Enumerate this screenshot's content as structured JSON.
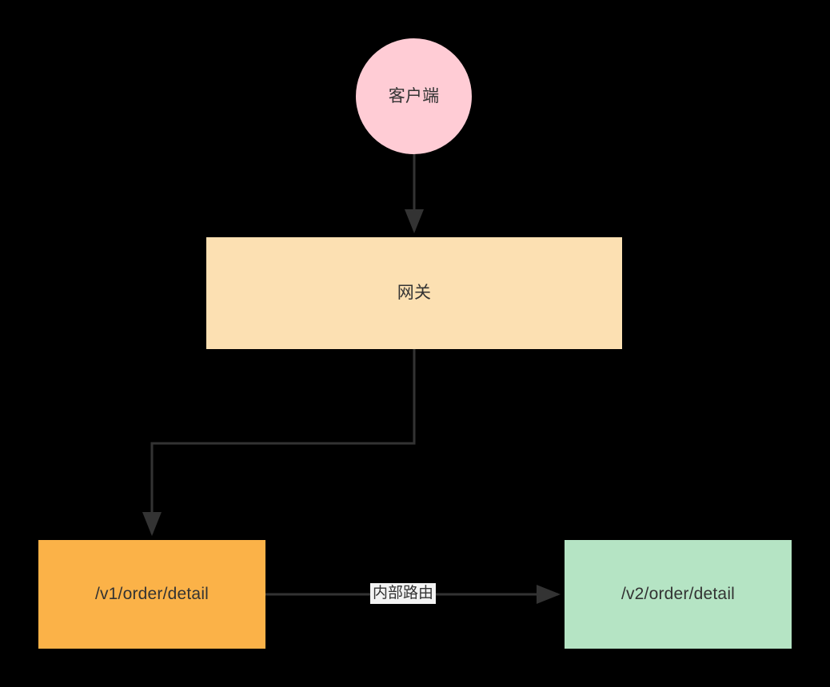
{
  "diagram": {
    "type": "flowchart",
    "direction": "top-down",
    "background_color": "#000000",
    "edge_color": "#333333",
    "text_color": "#333333",
    "nodes": [
      {
        "id": "client",
        "label": "客户端",
        "shape": "circle",
        "fill": "#FFCCD5"
      },
      {
        "id": "gateway",
        "label": "网关",
        "shape": "rect",
        "fill": "#FCE0B2"
      },
      {
        "id": "v1",
        "label": "/v1/order/detail",
        "shape": "rect",
        "fill": "#FBB248"
      },
      {
        "id": "v2",
        "label": "/v2/order/detail",
        "shape": "rect",
        "fill": "#B5E4C4"
      }
    ],
    "edges": [
      {
        "id": "client-to-gateway",
        "from": "client",
        "to": "gateway",
        "label": "",
        "arrow": "end"
      },
      {
        "id": "gateway-to-v1",
        "from": "gateway",
        "to": "v1",
        "label": "",
        "arrow": "end"
      },
      {
        "id": "v1-to-v2",
        "from": "v1",
        "to": "v2",
        "label": "内部路由",
        "arrow": "end",
        "label_background": "#F3F3F3"
      }
    ]
  }
}
